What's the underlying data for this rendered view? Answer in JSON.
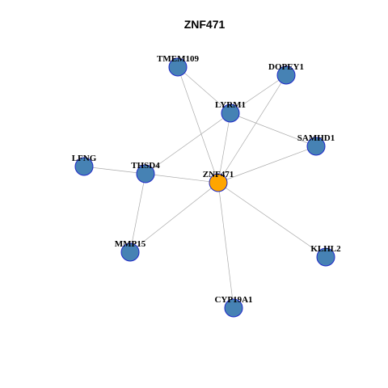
{
  "title": "ZNF471",
  "colors": {
    "center_fill": "#FFA500",
    "node_fill": "#4682B4",
    "node_stroke": "#1E28C8",
    "edge": "#AAAAAA",
    "text": "#000000"
  },
  "nodes": [
    {
      "id": "ZNF471",
      "label": "ZNF471",
      "role": "center"
    },
    {
      "id": "TMEM109",
      "label": "TMEM109",
      "role": "neighbor"
    },
    {
      "id": "DOPEY1",
      "label": "DOPEY1",
      "role": "neighbor"
    },
    {
      "id": "LYRM1",
      "label": "LYRM1",
      "role": "neighbor"
    },
    {
      "id": "SAMHD1",
      "label": "SAMHD1",
      "role": "neighbor"
    },
    {
      "id": "LFNG",
      "label": "LFNG",
      "role": "neighbor"
    },
    {
      "id": "THSD4",
      "label": "THSD4",
      "role": "neighbor"
    },
    {
      "id": "MMP15",
      "label": "MMP15",
      "role": "neighbor"
    },
    {
      "id": "KLHL2",
      "label": "KLHL2",
      "role": "neighbor"
    },
    {
      "id": "CYP19A1",
      "label": "CYP19A1",
      "role": "neighbor"
    }
  ],
  "edges": [
    [
      "ZNF471",
      "TMEM109"
    ],
    [
      "ZNF471",
      "DOPEY1"
    ],
    [
      "ZNF471",
      "LYRM1"
    ],
    [
      "ZNF471",
      "SAMHD1"
    ],
    [
      "ZNF471",
      "THSD4"
    ],
    [
      "ZNF471",
      "MMP15"
    ],
    [
      "ZNF471",
      "KLHL2"
    ],
    [
      "ZNF471",
      "CYP19A1"
    ],
    [
      "TMEM109",
      "LYRM1"
    ],
    [
      "DOPEY1",
      "LYRM1"
    ],
    [
      "LYRM1",
      "SAMHD1"
    ],
    [
      "LYRM1",
      "THSD4"
    ],
    [
      "LFNG",
      "THSD4"
    ],
    [
      "THSD4",
      "MMP15"
    ]
  ]
}
